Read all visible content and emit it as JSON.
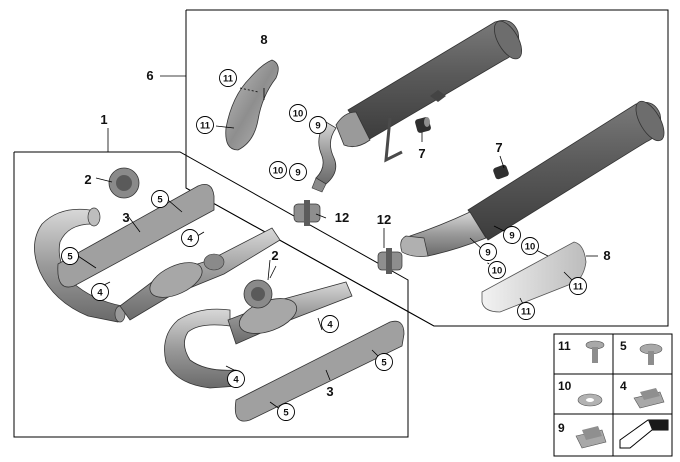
{
  "diagram": {
    "callouts": {
      "c1": "1",
      "c2a": "2",
      "c2b": "2",
      "c3a": "3",
      "c3b": "3",
      "c4a": "4",
      "c4b": "4",
      "c4c": "4",
      "c4d": "4",
      "c5a": "5",
      "c5b": "5",
      "c5c": "5",
      "c5d": "5",
      "c6": "6",
      "c7a": "7",
      "c7b": "7",
      "c8a": "8",
      "c8b": "8",
      "c9a": "9",
      "c9b": "9",
      "c9c": "9",
      "c10a": "10",
      "c10b": "10",
      "c10c": "10",
      "c10d": "10",
      "c11a": "11",
      "c11b": "11",
      "c11c": "11",
      "c11d": "11",
      "c12a": "12",
      "c12b": "12"
    },
    "legend": {
      "l11": "11",
      "l5": "5",
      "l10": "10",
      "l4": "4",
      "l9": "9"
    },
    "colors": {
      "muffler": "#5e5e5e",
      "metal_light": "#c9c9c9",
      "metal_mid": "#9c9c9c",
      "metal_dark": "#6f6f6f",
      "line": "#000000"
    }
  }
}
